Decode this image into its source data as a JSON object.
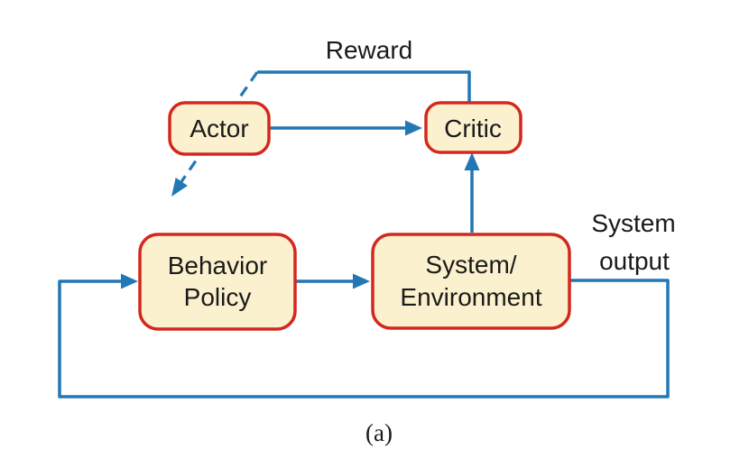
{
  "diagram": {
    "caption": "(a)",
    "labels": {
      "reward": "Reward",
      "system_output_line1": "System",
      "system_output_line2": "output"
    },
    "nodes": {
      "actor": "Actor",
      "critic": "Critic",
      "behavior_policy_line1": "Behavior",
      "behavior_policy_line2": "Policy",
      "system_environment_line1": "System/",
      "system_environment_line2": "Environment"
    },
    "edges": {
      "actor_to_critic": "solid arrow",
      "reward_to_critic": "elbow line labeled Reward",
      "actor_update_dashed": "dashed arrow from reward line down-left past Actor",
      "system_to_critic": "up arrow",
      "behavior_to_system": "solid arrow",
      "system_output_feedback_loop": "elbow loop from System/Environment output back to Behavior Policy"
    },
    "colors": {
      "line_blue": "#2277B5",
      "border_red": "#D3281E",
      "node_fill": "#FBF1CE",
      "text_color": "#1A1A1A",
      "bg": "#FFFFFF"
    }
  }
}
